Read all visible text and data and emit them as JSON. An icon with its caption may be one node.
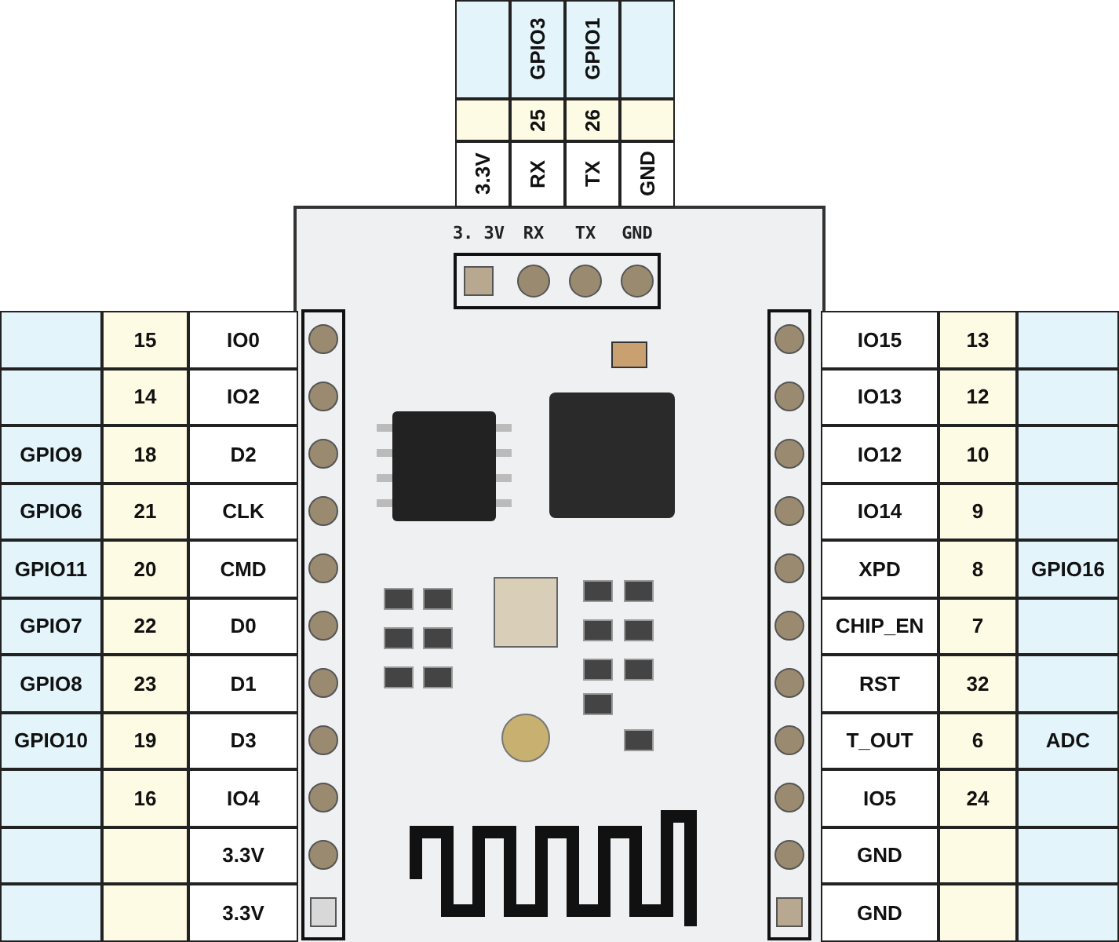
{
  "diagram": {
    "labels": [
      "GPIO3",
      "GPIO1",
      "25",
      "26",
      "3.3V",
      "RX",
      "TX",
      "GND",
      "3. 3V",
      "RX",
      "TX",
      "GND",
      "15",
      "IO0",
      "IO15",
      "13",
      "14",
      "IO2",
      "IO13",
      "12",
      "GPIO9",
      "18",
      "D2",
      "IO12",
      "10",
      "GPIO6",
      "21",
      "CLK",
      "IO14",
      "9",
      "GPIO11",
      "20",
      "CMD",
      "XPD",
      "8",
      "GPIO16",
      "GPIO7",
      "22",
      "D0",
      "CHIP_EN",
      "7",
      "GPIO8",
      "23",
      "D1",
      "RST",
      "32",
      "GPIO10",
      "19",
      "D3",
      "T_OUT",
      "6",
      "ADC",
      "16",
      "IO4",
      "IO5",
      "24",
      "3.3V",
      "GND",
      "3.3V",
      "GND"
    ]
  }
}
